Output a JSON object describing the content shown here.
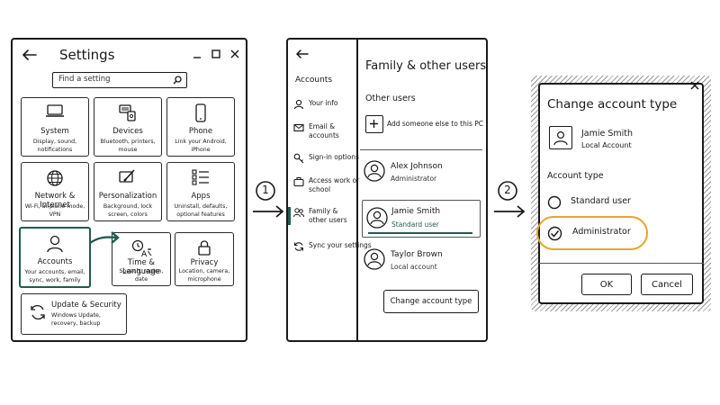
{
  "settings": {
    "title": "Settings",
    "search_placeholder": "Find a setting",
    "tiles": [
      {
        "title": "System",
        "sub": "Display, sound, notifications"
      },
      {
        "title": "Devices",
        "sub": "Bluetooth, printers, mouse"
      },
      {
        "title": "Phone",
        "sub": "Link your Android, iPhone"
      },
      {
        "title": "Network & Internet",
        "sub": "Wi-Fi, airplane mode, VPN"
      },
      {
        "title": "Personalization",
        "sub": "Background, lock screen, colors"
      },
      {
        "title": "Apps",
        "sub": "Uninstall, defaults, optional features"
      },
      {
        "title": "Accounts",
        "sub": "Your accounts, email, sync, work, family"
      },
      {
        "title": "Time & Language",
        "sub": "Speech, region, date"
      },
      {
        "title": "Privacy",
        "sub": "Location, camera, microphone"
      },
      {
        "title": "Update & Security",
        "sub": "Windows Update, recovery, backup"
      }
    ]
  },
  "steps": {
    "one": "1",
    "two": "2"
  },
  "accounts": {
    "nav_title": "Accounts",
    "nav": [
      {
        "label": "Your info"
      },
      {
        "label": "Email & accounts"
      },
      {
        "label": "Sign-in options"
      },
      {
        "label": "Access work or school"
      },
      {
        "label": "Family & other users"
      },
      {
        "label": "Sync your settings"
      }
    ],
    "page_title": "Family & other users",
    "section": "Other users",
    "add_label": "Add someone else to this PC",
    "users": [
      {
        "name": "Alex Johnson",
        "role": "Administrator"
      },
      {
        "name": "Jamie Smith",
        "role": "Standard user"
      },
      {
        "name": "Taylor Brown",
        "role": "Local account"
      }
    ],
    "change_button": "Change account type"
  },
  "dialog": {
    "title": "Change account type",
    "user_name": "Jamie Smith",
    "user_sub": "Local Account",
    "section": "Account type",
    "option_standard": "Standard user",
    "option_admin": "Administrator",
    "ok": "OK",
    "cancel": "Cancel"
  },
  "colors": {
    "accent": "#1f5c4f",
    "highlight": "#e8a52a",
    "ink": "#1a1a1a"
  }
}
